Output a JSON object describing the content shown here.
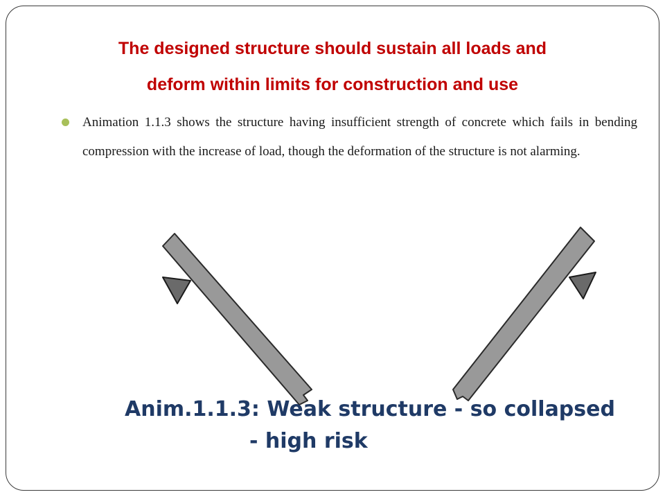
{
  "slide": {
    "title_line_1": "The designed structure should sustain all loads and",
    "title_line_2": "deform within limits for construction and use",
    "bullets": [
      "Animation 1.1.3 shows the structure having insufficient strength of concrete which fails in bending compression with the increase of load, though the deformation of the structure is not alarming."
    ]
  },
  "figure": {
    "caption_line_1": "Anim.1.1.3: Weak structure - so collapsed",
    "caption_line_2": "- high risk"
  },
  "colors": {
    "title": "#c00000",
    "body_text": "#1a1a1a",
    "bullet": "#a8c05a",
    "caption": "#1f3a66",
    "beam_fill": "#999999",
    "beam_stroke": "#2a2a2a",
    "support_fill": "#6a6a6a"
  }
}
